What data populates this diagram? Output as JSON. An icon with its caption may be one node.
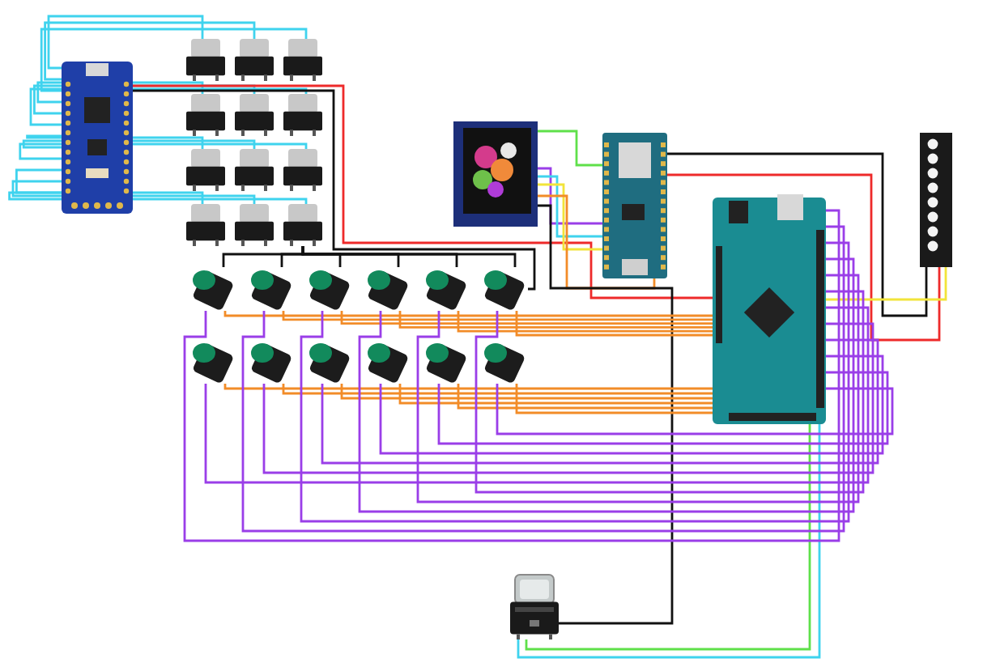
{
  "diagram": {
    "nodes": [
      {
        "text": [],
        "shape": "picture"
      },
      {
        "text": [],
        "shape": "picture"
      },
      {
        "text": [],
        "shape": "picture"
      },
      {
        "text": [],
        "shape": "picture"
      },
      {
        "text": [],
        "shape": "picture"
      },
      {
        "text": [],
        "shape": "picture"
      },
      {
        "text": [],
        "shape": "picture"
      },
      {
        "text": [],
        "shape": "picture"
      },
      {
        "text": [],
        "shape": "picture"
      },
      {
        "text": [],
        "shape": "picture"
      },
      {
        "text": [],
        "shape": "picture"
      },
      {
        "text": [],
        "shape": "picture"
      },
      {
        "text": [],
        "shape": "picture"
      },
      {
        "text": [],
        "shape": "picture"
      },
      {
        "text": [],
        "shape": "picture"
      },
      {
        "text": [],
        "shape": "picture"
      },
      {
        "text": [],
        "shape": "picture"
      },
      {
        "text": [],
        "shape": "picture"
      },
      {
        "text": [],
        "shape": "picture"
      },
      {
        "text": [],
        "shape": "picture"
      },
      {
        "text": [],
        "shape": "picture"
      },
      {
        "text": [],
        "shape": "picture"
      },
      {
        "text": [],
        "shape": "picture"
      },
      {
        "text": [],
        "shape": "picture"
      },
      {
        "text": [],
        "shape": "picture"
      },
      {
        "text": [],
        "shape": "picture"
      },
      {
        "text": [],
        "shape": "picture"
      },
      {
        "text": [],
        "shape": "picture"
      },
      {
        "text": [],
        "shape": "picture"
      },
      {
        "text": [],
        "shape": "picture"
      }
    ],
    "edges": [
      {
        "from": 0,
        "to": 1,
        "arrow": "none",
        "color": "#3fd3ee"
      },
      {
        "from": 0,
        "to": 2,
        "arrow": "none",
        "color": "#3fd3ee"
      },
      {
        "from": 0,
        "to": 3,
        "arrow": "none",
        "color": "#3fd3ee"
      },
      {
        "from": 0,
        "to": 4,
        "arrow": "none",
        "color": "#3fd3ee"
      },
      {
        "from": 0,
        "to": 5,
        "arrow": "none",
        "color": "#3fd3ee"
      },
      {
        "from": 0,
        "to": 6,
        "arrow": "none",
        "color": "#3fd3ee"
      },
      {
        "from": 0,
        "to": 7,
        "arrow": "none",
        "color": "#3fd3ee"
      },
      {
        "from": 0,
        "to": 8,
        "arrow": "none",
        "color": "#3fd3ee"
      },
      {
        "from": 0,
        "to": 9,
        "arrow": "none",
        "color": "#3fd3ee"
      },
      {
        "from": 0,
        "to": 10,
        "arrow": "none",
        "color": "#3fd3ee"
      },
      {
        "from": 0,
        "to": 11,
        "arrow": "none",
        "color": "#3fd3ee"
      },
      {
        "from": 0,
        "to": 12,
        "arrow": "none",
        "color": "#3fd3ee"
      },
      {
        "from": 0,
        "to": 16,
        "arrow": "none",
        "color": "#ee2a2a"
      },
      {
        "from": 0,
        "to": 22,
        "arrow": "none",
        "color": "#111111"
      },
      {
        "from": 12,
        "to": 17,
        "arrow": "none",
        "color": "#111111"
      },
      {
        "from": 12,
        "to": 18,
        "arrow": "none",
        "color": "#111111"
      },
      {
        "from": 12,
        "to": 19,
        "arrow": "none",
        "color": "#111111"
      },
      {
        "from": 12,
        "to": 20,
        "arrow": "none",
        "color": "#111111"
      },
      {
        "from": 12,
        "to": 21,
        "arrow": "none",
        "color": "#111111"
      },
      {
        "from": 12,
        "to": 22,
        "arrow": "none",
        "color": "#111111"
      },
      {
        "from": 13,
        "to": 14,
        "arrow": "none",
        "color": "#5fe04a"
      },
      {
        "from": 13,
        "to": 14,
        "arrow": "none",
        "color": "#9a3ee8"
      },
      {
        "from": 13,
        "to": 14,
        "arrow": "none",
        "color": "#3fd3ee"
      },
      {
        "from": 13,
        "to": 14,
        "arrow": "none",
        "color": "#f2e43a"
      },
      {
        "from": 13,
        "to": 14,
        "arrow": "none",
        "color": "#f28c28"
      },
      {
        "from": 13,
        "to": 29,
        "arrow": "none",
        "color": "#111111"
      },
      {
        "from": 14,
        "to": 15,
        "arrow": "none",
        "color": "#111111"
      },
      {
        "from": 14,
        "to": 15,
        "arrow": "none",
        "color": "#ee2a2a"
      },
      {
        "from": 16,
        "to": 15,
        "arrow": "none",
        "color": "#f2e43a"
      },
      {
        "from": 29,
        "to": 16,
        "arrow": "none",
        "color": "#5fe04a"
      },
      {
        "from": 29,
        "to": 16,
        "arrow": "none",
        "color": "#3fd3ee"
      },
      {
        "from": 17,
        "to": 16,
        "arrow": "none",
        "color": "#f28c28"
      },
      {
        "from": 18,
        "to": 16,
        "arrow": "none",
        "color": "#f28c28"
      },
      {
        "from": 19,
        "to": 16,
        "arrow": "none",
        "color": "#f28c28"
      },
      {
        "from": 20,
        "to": 16,
        "arrow": "none",
        "color": "#f28c28"
      },
      {
        "from": 21,
        "to": 16,
        "arrow": "none",
        "color": "#f28c28"
      },
      {
        "from": 22,
        "to": 16,
        "arrow": "none",
        "color": "#f28c28"
      },
      {
        "from": 23,
        "to": 16,
        "arrow": "none",
        "color": "#f28c28"
      },
      {
        "from": 24,
        "to": 16,
        "arrow": "none",
        "color": "#f28c28"
      },
      {
        "from": 25,
        "to": 16,
        "arrow": "none",
        "color": "#f28c28"
      },
      {
        "from": 26,
        "to": 16,
        "arrow": "none",
        "color": "#f28c28"
      },
      {
        "from": 27,
        "to": 16,
        "arrow": "none",
        "color": "#f28c28"
      },
      {
        "from": 28,
        "to": 16,
        "arrow": "none",
        "color": "#f28c28"
      },
      {
        "from": 17,
        "to": 16,
        "arrow": "none",
        "color": "#9a3ee8"
      },
      {
        "from": 18,
        "to": 16,
        "arrow": "none",
        "color": "#9a3ee8"
      },
      {
        "from": 19,
        "to": 16,
        "arrow": "none",
        "color": "#9a3ee8"
      },
      {
        "from": 20,
        "to": 16,
        "arrow": "none",
        "color": "#9a3ee8"
      },
      {
        "from": 21,
        "to": 16,
        "arrow": "none",
        "color": "#9a3ee8"
      },
      {
        "from": 22,
        "to": 16,
        "arrow": "none",
        "color": "#9a3ee8"
      },
      {
        "from": 23,
        "to": 16,
        "arrow": "none",
        "color": "#9a3ee8"
      },
      {
        "from": 24,
        "to": 16,
        "arrow": "none",
        "color": "#9a3ee8"
      },
      {
        "from": 25,
        "to": 16,
        "arrow": "none",
        "color": "#9a3ee8"
      },
      {
        "from": 26,
        "to": 16,
        "arrow": "none",
        "color": "#9a3ee8"
      },
      {
        "from": 27,
        "to": 16,
        "arrow": "none",
        "color": "#9a3ee8"
      },
      {
        "from": 28,
        "to": 16,
        "arrow": "none",
        "color": "#9a3ee8"
      }
    ]
  }
}
